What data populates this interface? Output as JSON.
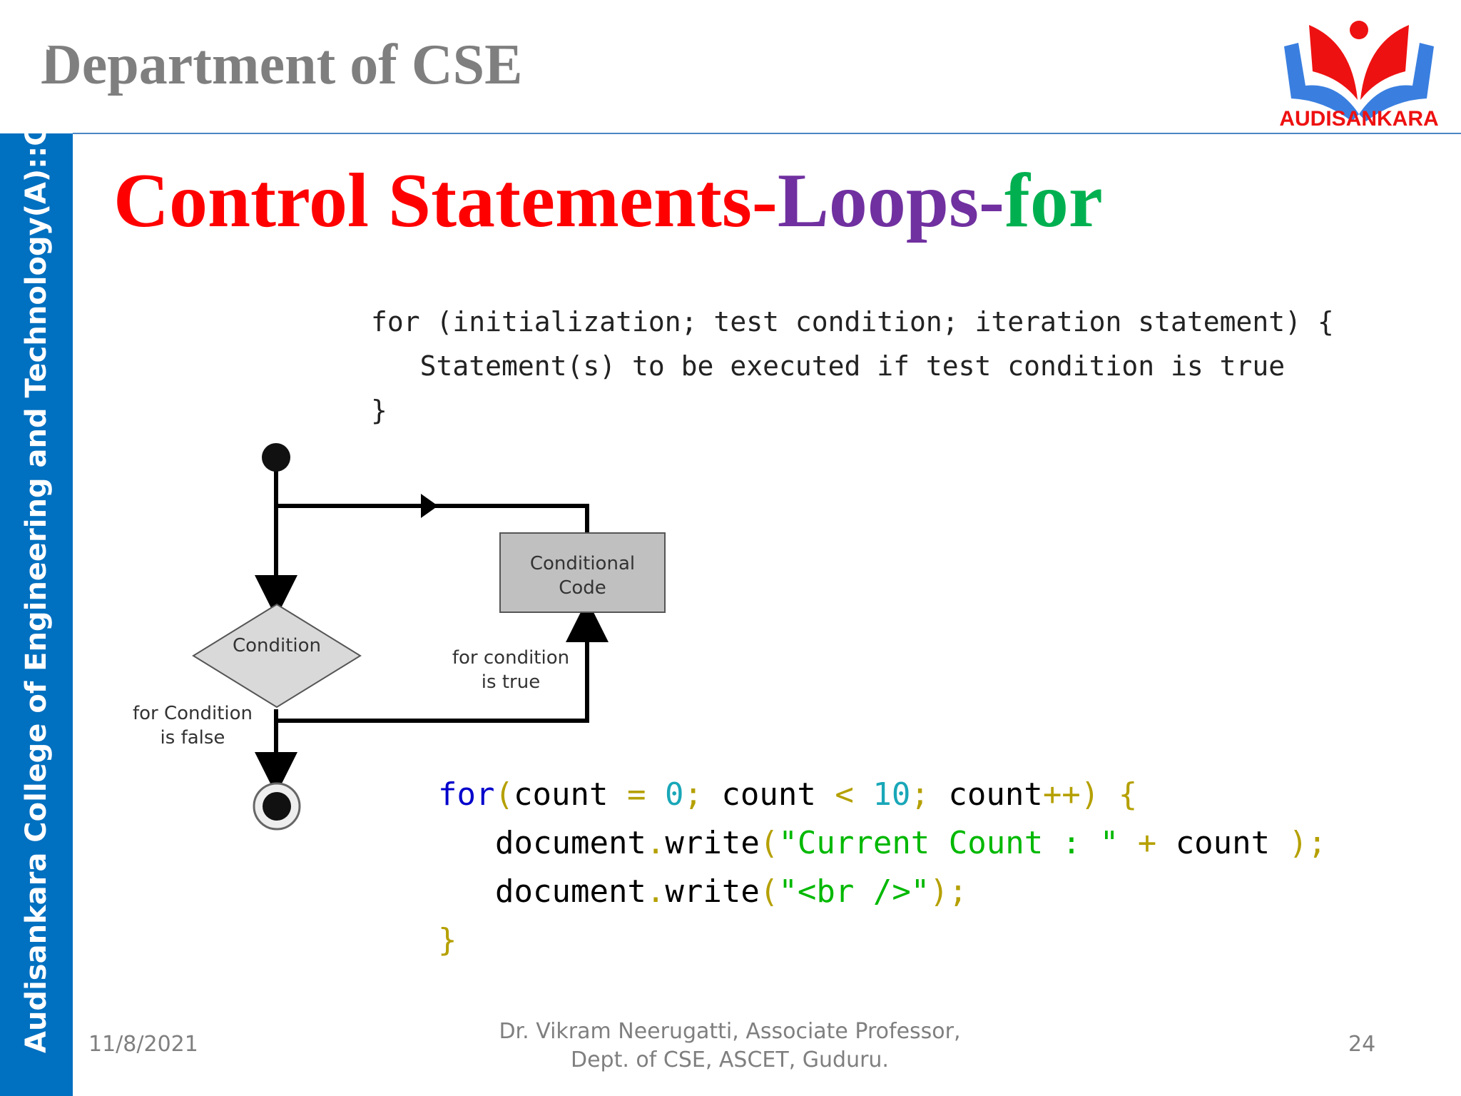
{
  "header": {
    "title": "Department of CSE",
    "logo_text": "AUDISANKARA"
  },
  "sidebar": {
    "text": "Audisankara College of Engineering and Technology(A)::Gudur,AP."
  },
  "slide": {
    "title_parts": [
      "Control Statements-",
      "Loops-",
      "for"
    ],
    "colors": {
      "red": "#ff0000",
      "purple": "#7030a0",
      "green": "#00b050",
      "sidebar": "#0070c0"
    },
    "syntax": [
      "for (initialization; test condition; iteration statement) {",
      "   Statement(s) to be executed if test condition is true",
      "}"
    ],
    "flowchart": {
      "box": [
        "Conditional",
        "Code"
      ],
      "diamond": "Condition",
      "true_label": [
        "for condition",
        "is true"
      ],
      "false_label": [
        "for Condition",
        "is false"
      ]
    },
    "example": {
      "l1": [
        "for",
        "(",
        "count ",
        "=",
        " ",
        "0",
        ";",
        " count ",
        "<",
        " ",
        "10",
        ";",
        " count",
        "++",
        ")",
        " {"
      ],
      "l2": [
        "document",
        ".",
        "write",
        "(",
        "\"Current Count : \"",
        " ",
        "+",
        " count ",
        ")",
        ";"
      ],
      "l3": [
        "document",
        ".",
        "write",
        "(",
        "\"<br />\"",
        ")",
        ";"
      ],
      "l4": "}"
    }
  },
  "footer": {
    "date": "11/8/2021",
    "author_line1": "Dr. Vikram Neerugatti, Associate Professor,",
    "author_line2": "Dept. of CSE, ASCET, Guduru.",
    "page": "24"
  }
}
